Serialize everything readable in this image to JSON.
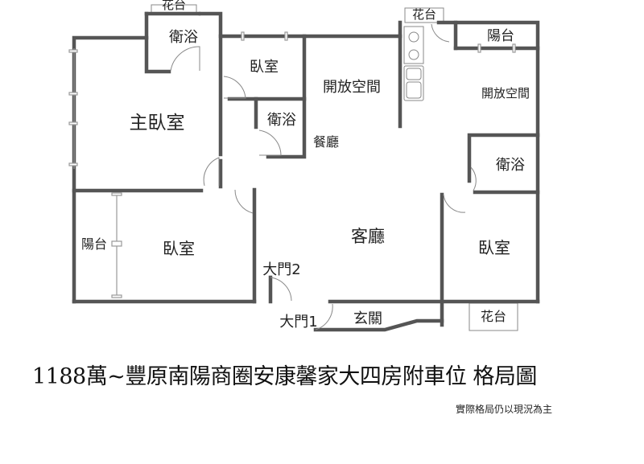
{
  "rooms": {
    "planter_top_left": "花台",
    "bath_master": "衛浴",
    "master_bedroom": "主臥室",
    "bedroom_small": "臥室",
    "bath_middle": "衛浴",
    "open_space_1": "開放空間",
    "dining": "餐廳",
    "planter_top_kitchen": "花台",
    "balcony_top": "陽台",
    "open_space_2": "開放空間",
    "bath_right": "衛浴",
    "balcony_left": "陽台",
    "bedroom_left": "臥室",
    "living_room": "客廳",
    "bedroom_right": "臥室",
    "main_door_2": "大門2",
    "main_door_1": "大門1",
    "foyer": "玄關",
    "planter_bottom": "花台"
  },
  "title": "1188萬~豐原南陽商圈安康馨家大四房附車位 格局圖",
  "note": "實際格局仍以現況為主"
}
